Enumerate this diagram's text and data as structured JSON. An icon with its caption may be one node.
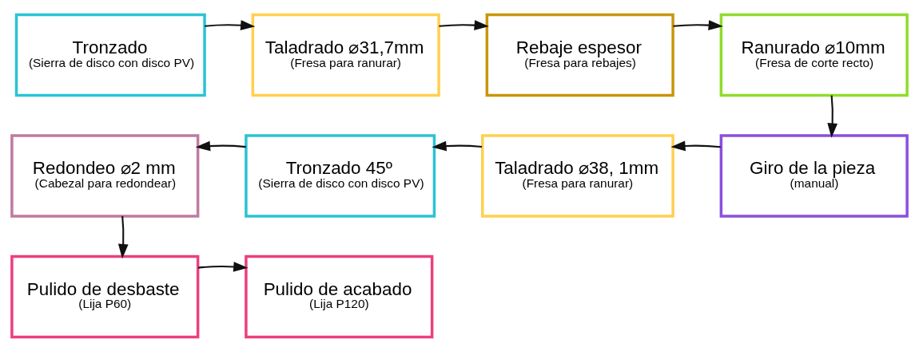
{
  "diagram": {
    "nodes": [
      {
        "text": [
          "Tronzado",
          "(Sierra de disco con disco PV)"
        ]
      },
      {
        "text": [
          "Taladrado ⌀31,7mm",
          "(Fresa para ranurar)"
        ]
      },
      {
        "text": [
          "Rebaje espesor",
          "(Fresa para rebajes)"
        ]
      },
      {
        "text": [
          "Ranurado ⌀10mm",
          "(Fresa de corte recto)"
        ]
      },
      {
        "text": [
          "Redondeo ⌀2 mm",
          "(Cabezal para redondear)"
        ]
      },
      {
        "text": [
          "Tronzado 45º",
          "(Sierra de disco con disco PV)"
        ]
      },
      {
        "text": [
          "Taladrado ⌀38, 1mm",
          "(Fresa para ranurar)"
        ]
      },
      {
        "text": [
          "Giro de la pieza",
          "(manual)"
        ]
      },
      {
        "text": [
          "Pulido de desbaste",
          "(Lija P60)"
        ]
      },
      {
        "text": [
          "Pulido de acabado",
          "(Lija P120)"
        ]
      }
    ],
    "edges": [
      {
        "from": 0,
        "to": 1,
        "arrow": "to"
      },
      {
        "from": 1,
        "to": 2,
        "arrow": "to"
      },
      {
        "from": 2,
        "to": 3,
        "arrow": "to"
      },
      {
        "from": 3,
        "to": 7,
        "arrow": "to"
      },
      {
        "from": 7,
        "to": 6,
        "arrow": "to"
      },
      {
        "from": 6,
        "to": 5,
        "arrow": "to"
      },
      {
        "from": 5,
        "to": 4,
        "arrow": "to"
      },
      {
        "from": 4,
        "to": 8,
        "arrow": "to"
      },
      {
        "from": 8,
        "to": 9,
        "arrow": "to"
      }
    ]
  }
}
